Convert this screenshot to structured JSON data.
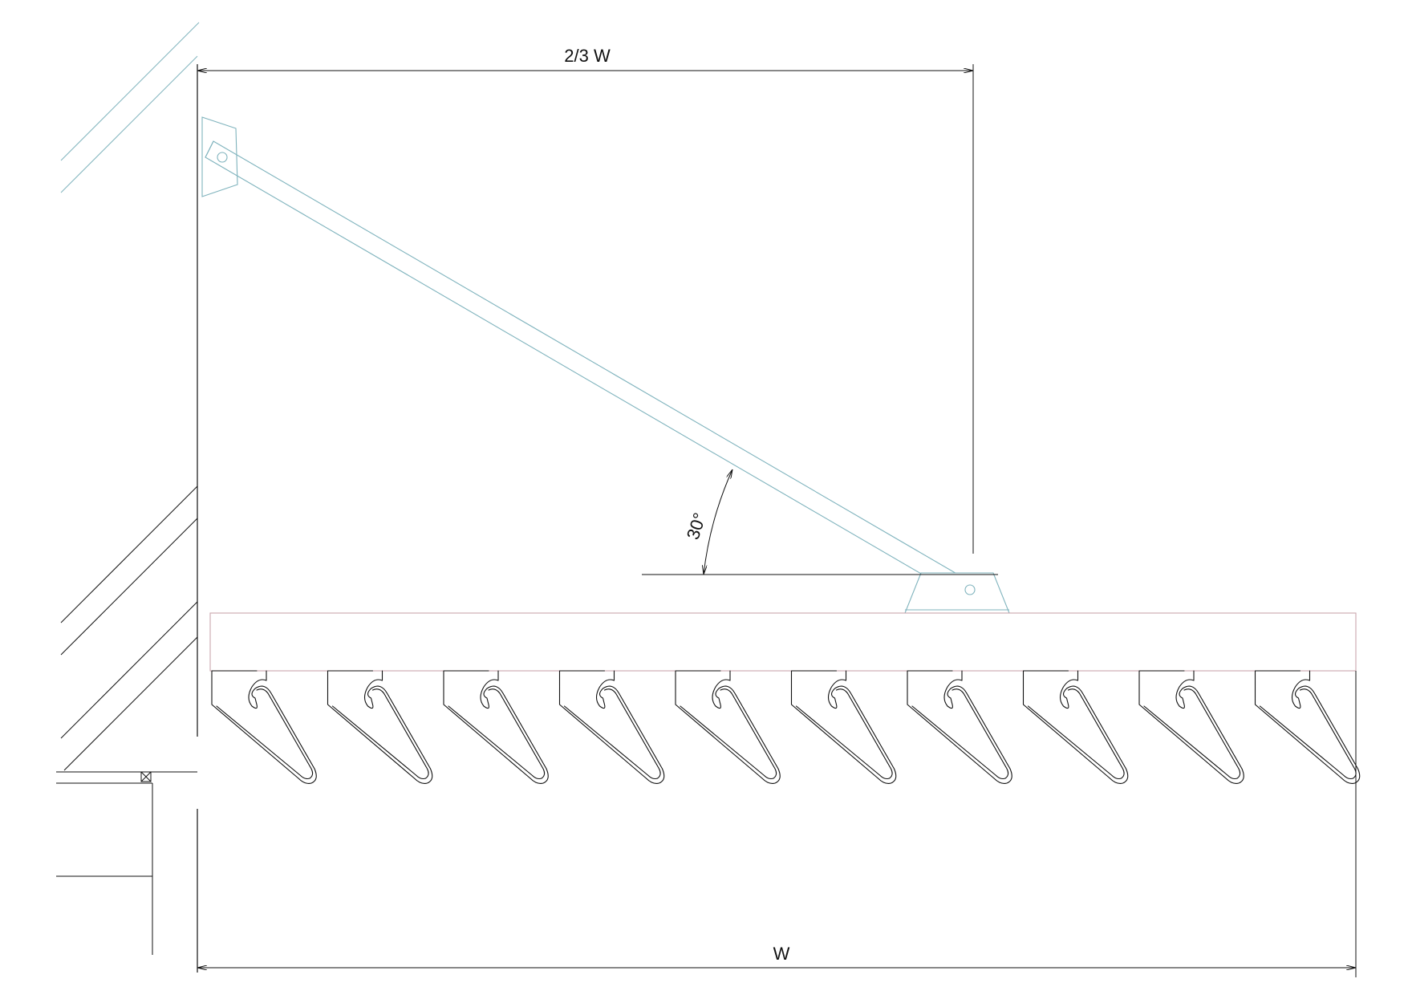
{
  "dimensions": {
    "top_label": "2/3 W",
    "bottom_label": "W",
    "angle_label": "30°"
  },
  "colors": {
    "line": "#111111",
    "strut": "#7fb3bd",
    "awning": "#c9a7ae"
  },
  "hooks": {
    "count": 10
  }
}
